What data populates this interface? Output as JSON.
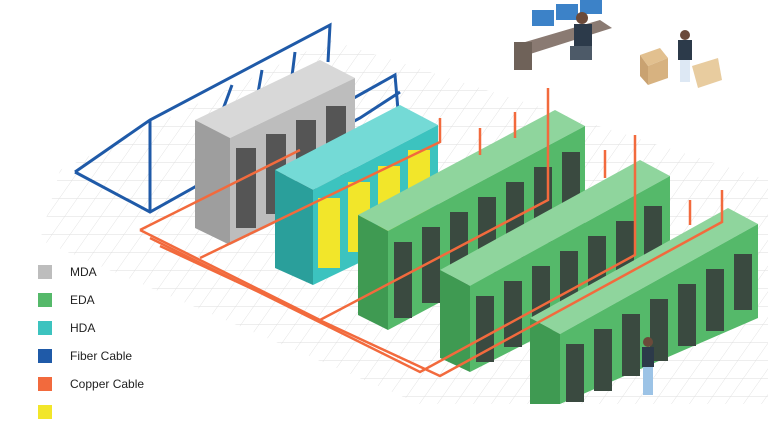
{
  "colors": {
    "mda": "#bdbdbd",
    "eda": "#55b96a",
    "hda": "#3cc3bf",
    "fiber": "#1f5aa8",
    "copper": "#f26a3d",
    "patch": "#f2e62a",
    "floor_grid": "#dcdcdc"
  },
  "legend": [
    {
      "key": "mda",
      "label": "MDA",
      "icon": "gray-square-icon"
    },
    {
      "key": "eda",
      "label": "EDA",
      "icon": "green-square-icon"
    },
    {
      "key": "hda",
      "label": "HDA",
      "icon": "teal-square-icon"
    },
    {
      "key": "fiber",
      "label": "Fiber Cable",
      "icon": "blue-square-icon"
    },
    {
      "key": "copper",
      "label": "Copper Cable",
      "icon": "orange-square-icon"
    },
    {
      "key": "patch",
      "label": "",
      "icon": "yellow-square-icon"
    }
  ]
}
